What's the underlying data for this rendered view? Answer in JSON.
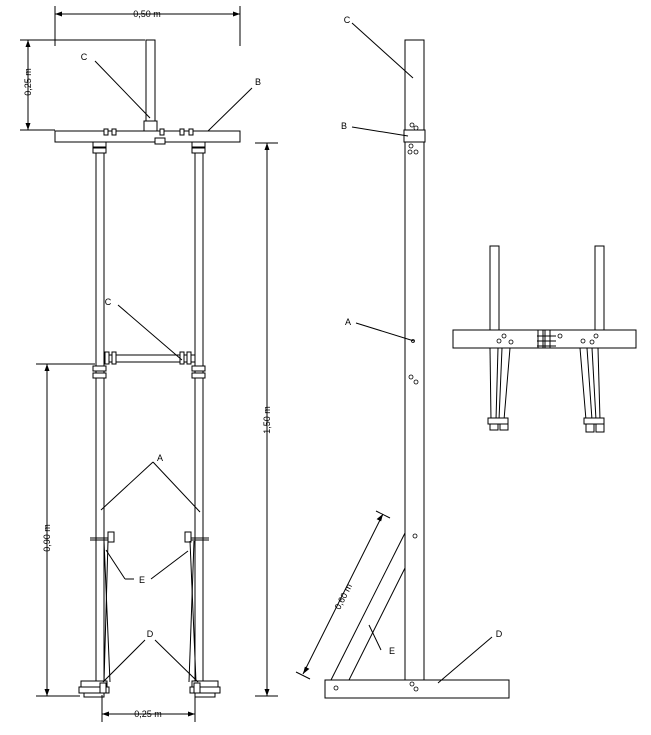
{
  "dimensions": {
    "top_width": "0,50 m",
    "post_height": "0,25 m",
    "total_height": "1,50 m",
    "lower_height": "0,90 m",
    "base_width": "0,25 m",
    "diagonal_length": "0,60 m"
  },
  "labels": {
    "front": {
      "c_top": "C",
      "b_top": "B",
      "c_mid": "C",
      "a": "A",
      "e": "E",
      "d": "D"
    },
    "side": {
      "c": "C",
      "b": "B",
      "a": "A",
      "e": "E",
      "d": "D"
    }
  }
}
